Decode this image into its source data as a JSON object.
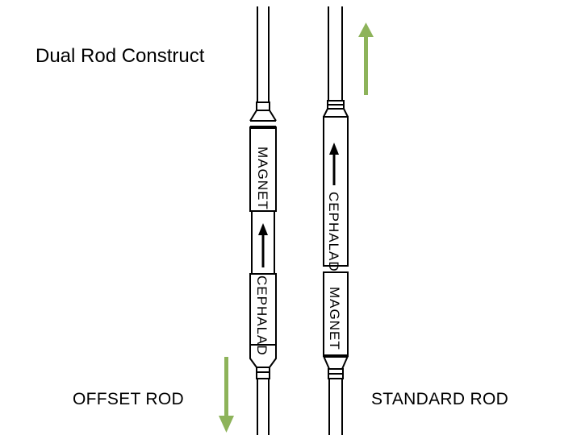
{
  "diagram": {
    "title": "Dual Rod Construct",
    "offset_rod": {
      "label": "OFFSET ROD",
      "magnet_label": "MAGNET",
      "direction_label": "CEPHALAD"
    },
    "standard_rod": {
      "label": "STANDARD ROD",
      "magnet_label": "MAGNET",
      "direction_label": "CEPHALAD"
    },
    "colors": {
      "arrow_green": "#8db35a",
      "outline": "#000000"
    },
    "icons": {
      "up_arrow": "green-up-arrow-icon",
      "down_arrow": "green-down-arrow-icon"
    }
  }
}
